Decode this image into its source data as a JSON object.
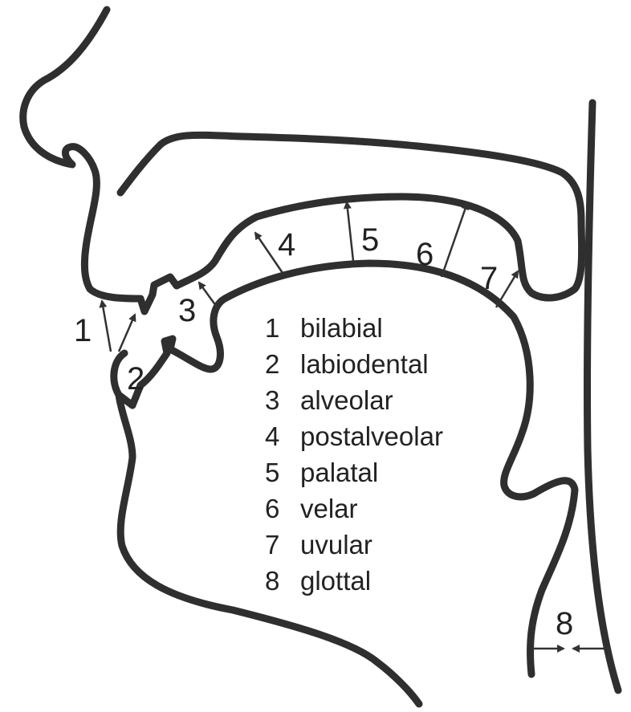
{
  "places": [
    {
      "number": "1",
      "label": "bilabial"
    },
    {
      "number": "2",
      "label": "labiodental"
    },
    {
      "number": "3",
      "label": "alveolar"
    },
    {
      "number": "4",
      "label": "postalveolar"
    },
    {
      "number": "5",
      "label": "palatal"
    },
    {
      "number": "6",
      "label": "velar"
    },
    {
      "number": "7",
      "label": "uvular"
    },
    {
      "number": "8",
      "label": "glottal"
    }
  ],
  "colors": {
    "line": "#2f2f2f",
    "text": "#222222",
    "background": "#ffffff"
  }
}
